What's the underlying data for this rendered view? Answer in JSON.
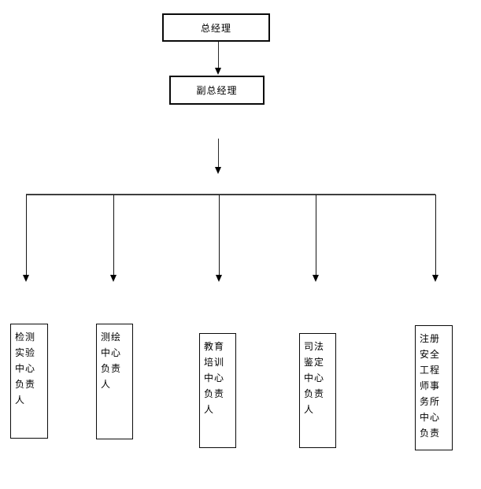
{
  "colors": {
    "background": "#ffffff",
    "line": "#000000",
    "text": "#000000"
  },
  "org_chart": {
    "root": {
      "label": "总经理"
    },
    "deputy": {
      "label": "副总经理"
    },
    "departments": [
      {
        "name": "检测实验中心负责人",
        "lines": [
          "检测",
          "实验",
          "中心",
          "负责",
          "人"
        ]
      },
      {
        "name": "测绘中心负责人",
        "lines": [
          "测绘",
          "中心",
          "负责",
          "人"
        ]
      },
      {
        "name": "教育培训中心负责人",
        "lines": [
          "教育",
          "培训",
          "中心",
          "负责",
          "人"
        ]
      },
      {
        "name": "司法鉴定中心负责人",
        "lines": [
          "司法",
          "鉴定",
          "中心",
          "负责",
          "人"
        ]
      },
      {
        "name": "注册安全工程师事务所中心负责",
        "lines": [
          "注册",
          "安全",
          "工程",
          "师事",
          "务所",
          "中心",
          "负责"
        ]
      }
    ]
  }
}
